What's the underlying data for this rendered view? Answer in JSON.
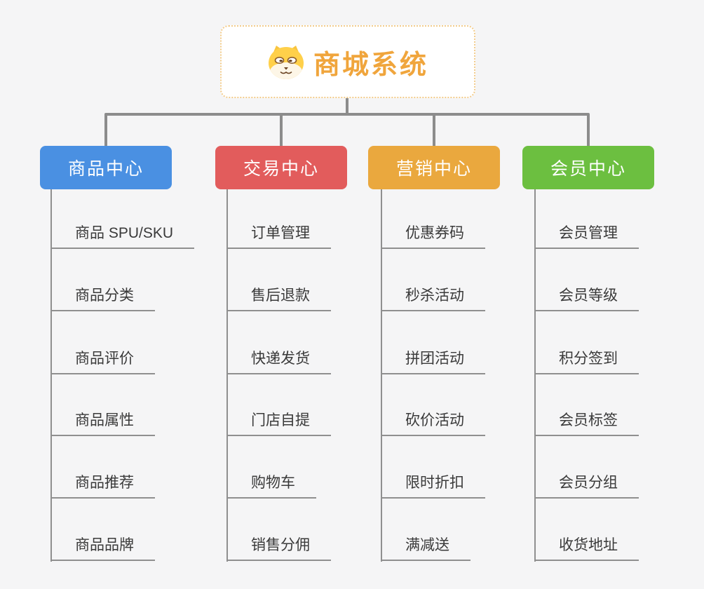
{
  "root": {
    "title": "商城系统",
    "icon": "dog-face-icon"
  },
  "branches": [
    {
      "label": "商品中心",
      "color": "#4a90e2",
      "children": [
        "商品 SPU/SKU",
        "商品分类",
        "商品评价",
        "商品属性",
        "商品推荐",
        "商品品牌"
      ]
    },
    {
      "label": "交易中心",
      "color": "#e25c5c",
      "children": [
        "订单管理",
        "售后退款",
        "快递发货",
        "门店自提",
        "购物车",
        "销售分佣"
      ]
    },
    {
      "label": "营销中心",
      "color": "#eaa83e",
      "children": [
        "优惠券码",
        "秒杀活动",
        "拼团活动",
        "砍价活动",
        "限时折扣",
        "满减送"
      ]
    },
    {
      "label": "会员中心",
      "color": "#6cbf40",
      "children": [
        "会员管理",
        "会员等级",
        "积分签到",
        "会员标签",
        "会员分组",
        "收货地址"
      ]
    }
  ],
  "colors": {
    "connector_line": "#8c8c8c",
    "leaf_line": "#8f8f8f",
    "leaf_text": "#3a3a3a",
    "root_text": "#f0a53c",
    "root_border": "#f3cc8b",
    "background": "#f5f5f6"
  }
}
